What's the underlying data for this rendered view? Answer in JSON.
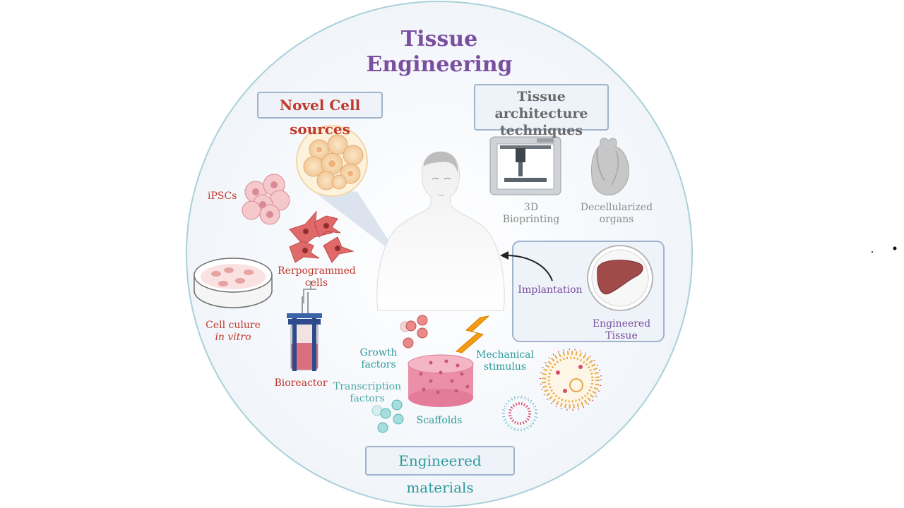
{
  "title": {
    "line1": "Tissue",
    "line2": "Engineering"
  },
  "sections": {
    "novel_cells": "Novel Cell sources",
    "architecture": {
      "line1": "Tissue architecture",
      "line2": "techniques"
    },
    "materials": "Engineered materials"
  },
  "labels": {
    "ipscs": "iPSCs",
    "reprogrammed": {
      "line1": "Rerpogrammed",
      "line2": "cells"
    },
    "culture": {
      "line1": "Cell culure",
      "line2": "in vitro"
    },
    "bioreactor": "Bioreactor",
    "bioprinting": {
      "line1": "3D",
      "line2": "Bioprinting"
    },
    "decell": {
      "line1": "Decellularized",
      "line2": "organs"
    },
    "implantation": "Implantation",
    "engineered_tissue": {
      "line1": "Engineered",
      "line2": "Tissue"
    },
    "growth": {
      "line1": "Growth",
      "line2": "factors"
    },
    "transcription": {
      "line1": "Transcription",
      "line2": "factors"
    },
    "mechanical": {
      "line1": "Mechanical",
      "line2": "stimulus"
    },
    "scaffolds": "Scaffolds"
  },
  "colors": {
    "title": "#7b4fa0",
    "cells": "#c0392b",
    "architecture": "#8a8a8a",
    "materials": "#2b9a9a",
    "circle_border": "#a9d0d9",
    "box_fill": "#eef3f9"
  },
  "icons": [
    "cell-cluster-icon",
    "ipsc-cells-icon",
    "reprogrammed-cells-icon",
    "petri-dish-icon",
    "bioreactor-icon",
    "3d-printer-icon",
    "heart-icon",
    "human-body-icon",
    "liver-dish-icon",
    "scaffold-icon",
    "lightning-icon",
    "liposome-icon",
    "micelle-icon"
  ]
}
